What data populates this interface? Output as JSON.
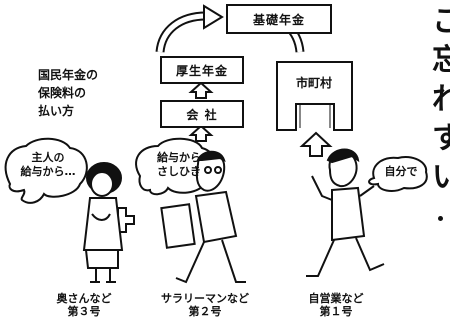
{
  "labels": {
    "kiso_nenkin": "基礎年金",
    "kosei_nenkin": "厚生年金",
    "kaisha": "会 社",
    "shichoson": "市町村",
    "heading": [
      "国民年金の",
      "保険料の",
      "払い方"
    ]
  },
  "bubbles": {
    "wife": [
      "主人の",
      "給与から…"
    ],
    "employee": [
      "給与から",
      "さしひき"
    ],
    "self": "自分で"
  },
  "captions": {
    "wife": [
      "奥さんなど",
      "第３号"
    ],
    "employee": [
      "サラリーマンなど",
      "第２号"
    ],
    "self": [
      "自営業など",
      "第１号"
    ]
  },
  "side_text": [
    "こ",
    "忘",
    "れ",
    "す",
    "い"
  ]
}
